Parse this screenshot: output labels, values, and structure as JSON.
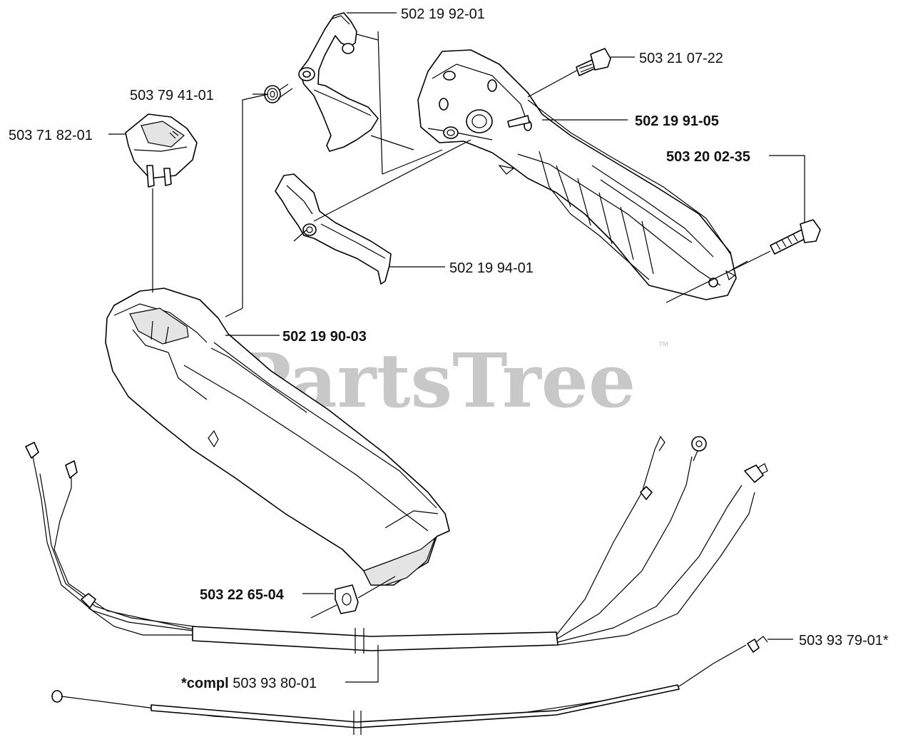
{
  "watermark": {
    "brand": "PartsTree",
    "trademark": "™"
  },
  "labels": {
    "p_502_19_92_01": "502 19 92-01",
    "p_503_21_07_22": "503 21 07-22",
    "p_503_79_41_01": "503 79 41-01",
    "p_502_19_91_05": "502 19 91-05",
    "p_503_71_82_01": "503 71 82-01",
    "p_503_20_02_35": "503 20 02-35",
    "p_502_19_94_01": "502 19 94-01",
    "p_502_19_90_03": "502 19 90-03",
    "p_503_22_65_04": "503 22 65-04",
    "p_503_93_79_01": "503 93 79-01*",
    "compl_prefix": "*compl",
    "compl_number": "503 93 80-01"
  }
}
